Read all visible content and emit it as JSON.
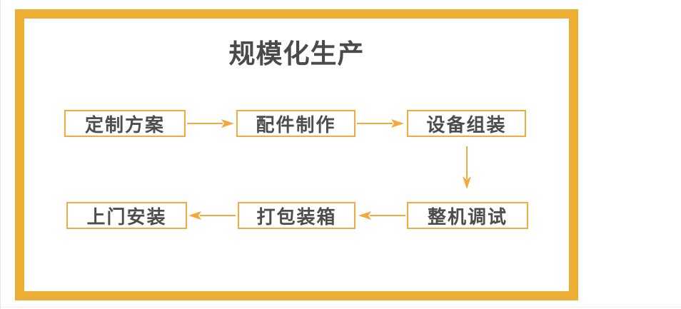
{
  "title": "规模化生产",
  "colors": {
    "frame": "#ecae33",
    "box_border": "#f6aa3d",
    "arrow": "#f5a83b",
    "step_text": "#4d4d4d",
    "title_text": "#4a4a4a",
    "background": "#ffffff"
  },
  "steps": [
    {
      "label": "定制方案"
    },
    {
      "label": "配件制作"
    },
    {
      "label": "设备组装"
    },
    {
      "label": "整机调试"
    },
    {
      "label": "打包装箱"
    },
    {
      "label": "上门安装"
    }
  ],
  "flow_order_note": "steps listed in process order; bottom row renders right-to-left",
  "icons": {
    "arrow_right": "arrow-right-icon",
    "arrow_down": "arrow-down-icon",
    "arrow_left": "arrow-left-icon"
  }
}
